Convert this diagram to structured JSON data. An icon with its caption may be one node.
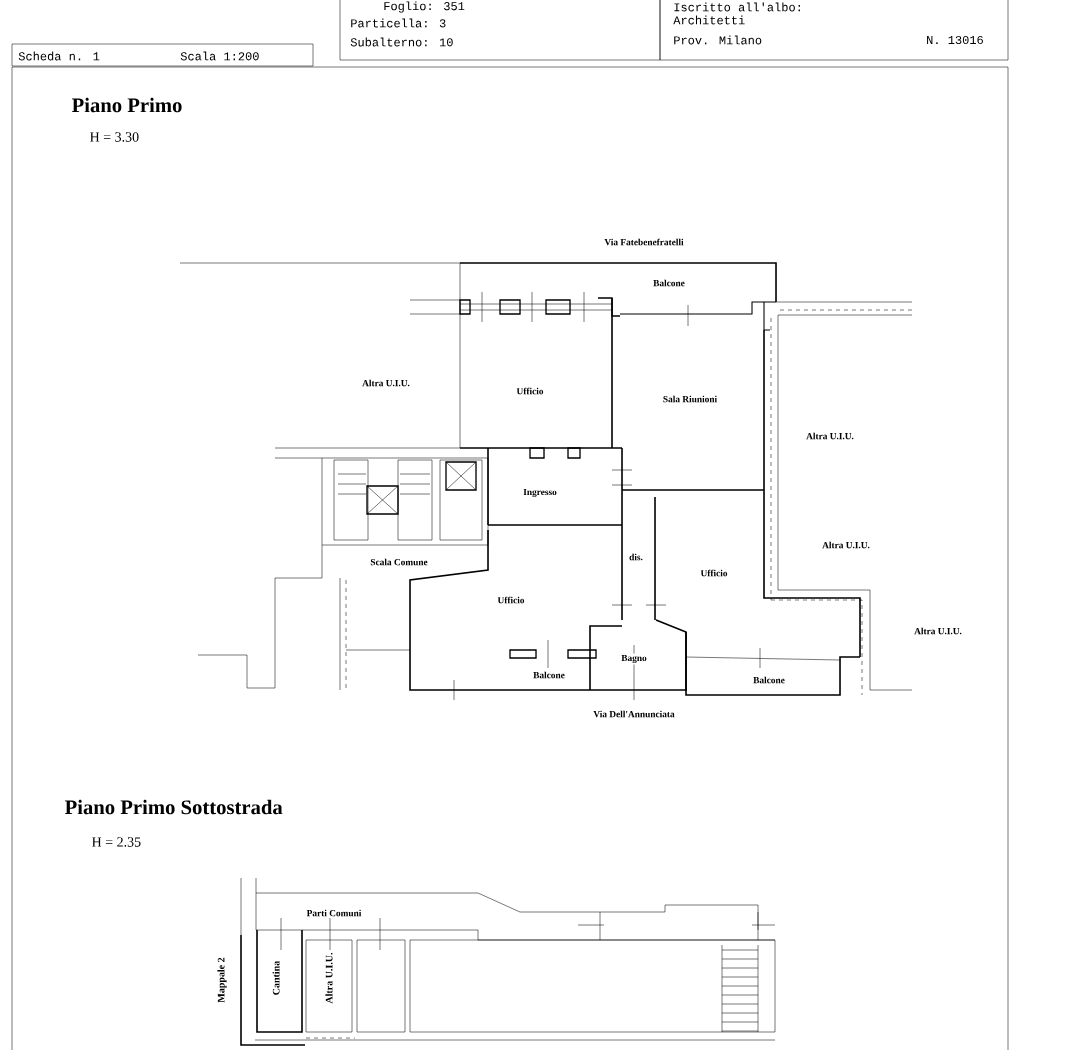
{
  "diagram": {
    "nodes": [
      {
        "text": [
          "Scheda n. 1",
          "Scala 1:200"
        ]
      },
      {
        "text": [
          "Foglio: 351",
          "Particella: 3",
          "Subalterno: 10"
        ]
      },
      {
        "text": [
          "Iscritto all'albo:",
          "Architetti",
          "Prov. Milano",
          "N. 13016"
        ]
      }
    ],
    "edges": [],
    "labels": [
      "Piano Primo",
      "H = 3.30",
      "Via Fatebenefratelli",
      "Balcone",
      "Altra U.I.U.",
      "Ufficio",
      "Sala Riunioni",
      "Altra U.I.U.",
      "Ingresso",
      "Altra U.I.U.",
      "Scala Comune",
      "dis.",
      "Ufficio",
      "Ufficio",
      "Altra U.I.U.",
      "Bagno",
      "Balcone",
      "Balcone",
      "Via Dell'Annunciata",
      "Piano Primo Sottostrada",
      "H = 2.35",
      "Parti Comuni",
      "Mappale 2",
      "Cantina",
      "Altra U.I.U."
    ]
  }
}
